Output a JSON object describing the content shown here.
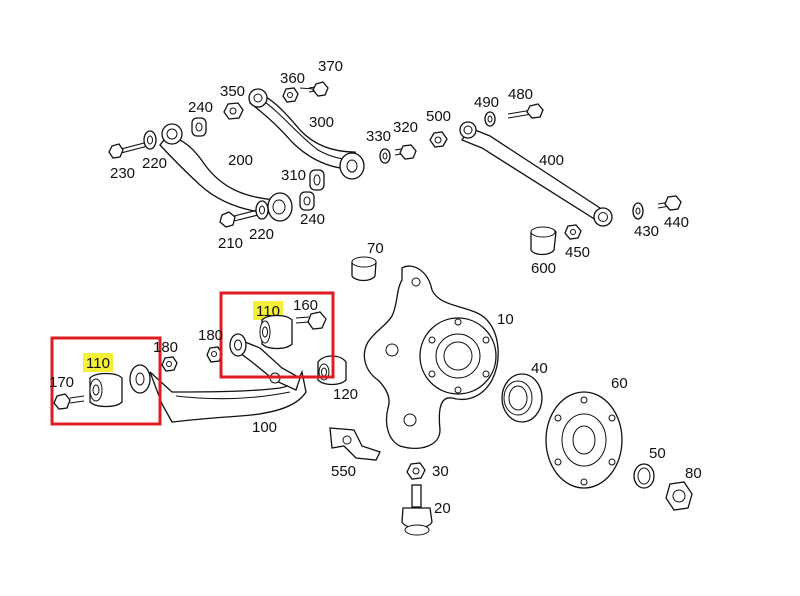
{
  "diagram": {
    "highlight_color": "#f5ef3a",
    "box_color": "#e01b22",
    "labels": {
      "p10": "10",
      "p20": "20",
      "p30": "30",
      "p40": "40",
      "p50": "50",
      "p60": "60",
      "p70": "70",
      "p80": "80",
      "p100": "100",
      "p110a": "110",
      "p110b": "110",
      "p120": "120",
      "p160": "160",
      "p170": "170",
      "p180a": "180",
      "p180b": "180",
      "p200": "200",
      "p210": "210",
      "p220a": "220",
      "p220b": "220",
      "p230": "230",
      "p240a": "240",
      "p240b": "240",
      "p300": "300",
      "p310": "310",
      "p320": "320",
      "p330": "330",
      "p350": "350",
      "p360": "360",
      "p370": "370",
      "p400": "400",
      "p430": "430",
      "p440": "440",
      "p450": "450",
      "p480": "480",
      "p490": "490",
      "p500": "500",
      "p550": "550",
      "p600": "600"
    }
  }
}
